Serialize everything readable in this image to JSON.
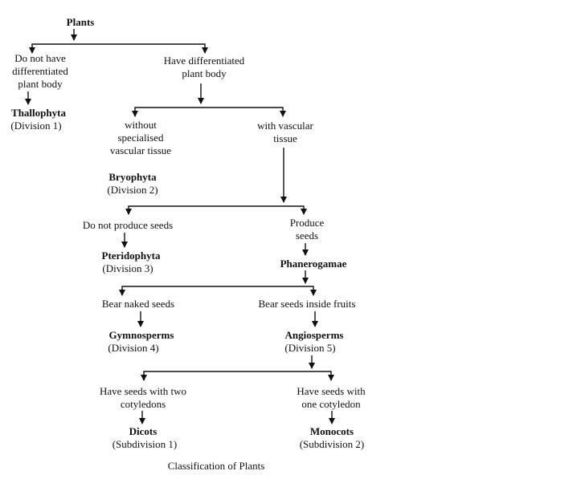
{
  "nodes": {
    "plants": [
      "Plants"
    ],
    "no_diff": [
      "Do not have",
      "differentiated",
      "plant body"
    ],
    "have_diff": [
      "Have differentiated",
      "plant body"
    ],
    "thallophyta_name": [
      "Thallophyta"
    ],
    "thallophyta_div": [
      "(Division 1)"
    ],
    "without_vascular": [
      "without",
      "specialised",
      "vascular tissue"
    ],
    "with_vascular": [
      "with vascular",
      "tissue"
    ],
    "bryophyta_name": [
      "Bryophyta"
    ],
    "bryophyta_div": [
      "(Division 2)"
    ],
    "no_seeds": [
      "Do not produce seeds"
    ],
    "produce_seeds": [
      "Produce",
      "seeds"
    ],
    "pteridophyta_name": [
      "Pteridophyta"
    ],
    "pteridophyta_div": [
      "(Division 3)"
    ],
    "phanerogamae": [
      "Phanerogamae"
    ],
    "naked_seeds": [
      "Bear naked seeds"
    ],
    "seeds_in_fruits": [
      "Bear seeds inside fruits"
    ],
    "gymnosperms_name": [
      "Gymnosperms"
    ],
    "gymnosperms_div": [
      "(Division 4)"
    ],
    "angiosperms_name": [
      "Angiosperms"
    ],
    "angiosperms_div": [
      "(Division 5)"
    ],
    "two_cotyledons": [
      "Have seeds with two",
      "cotyledons"
    ],
    "one_cotyledon": [
      "Have seeds with",
      "one cotyledon"
    ],
    "dicots_name": [
      "Dicots"
    ],
    "dicots_sub": [
      "(Subdivision 1)"
    ],
    "monocots_name": [
      "Monocots"
    ],
    "monocots_sub": [
      "(Subdivision 2)"
    ]
  },
  "caption": "Classification of Plants"
}
